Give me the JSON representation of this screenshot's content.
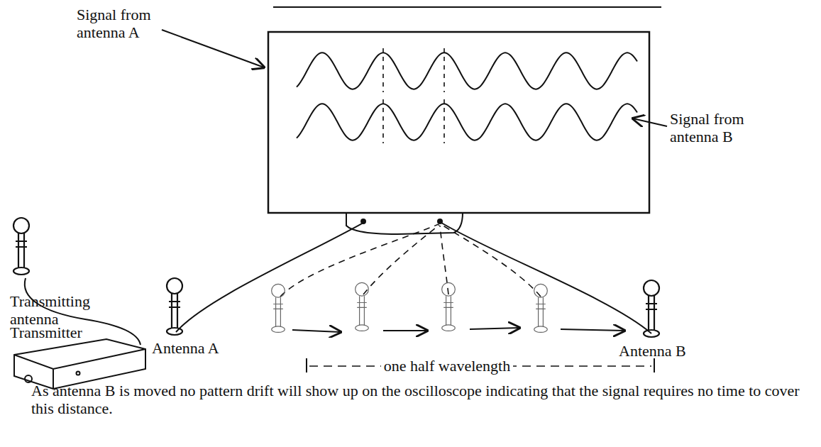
{
  "diagram": {
    "caption": "As antenna B is moved no pattern drift will show up on the oscilloscope indicating that the signal requires no time to cover this distance.",
    "labels": [
      "Signal from antenna A",
      "Signal from antenna B",
      "Transmitting antenna",
      "Transmitter",
      "Antenna A",
      "Antenna B",
      "one half wavelength"
    ]
  }
}
